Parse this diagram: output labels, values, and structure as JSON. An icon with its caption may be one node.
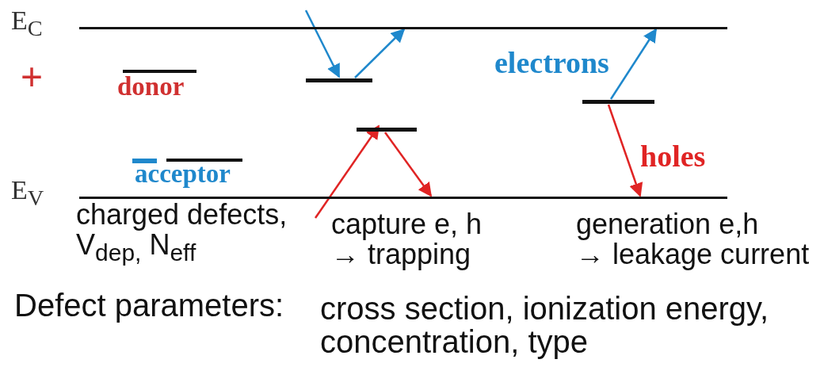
{
  "diagram": {
    "nodes": [
      {
        "text": [
          "E$_{C}$"
        ]
      },
      {
        "text": [
          "E$_{V}$"
        ]
      },
      {
        "text": [
          "donor"
        ]
      },
      {
        "text": [
          "acceptor"
        ]
      },
      {
        "text": [],
        "shape": "bar"
      },
      {
        "text": [],
        "shape": "bar"
      },
      {
        "text": [],
        "shape": "bar"
      }
    ],
    "edges": [
      {
        "from": 0,
        "to": 4,
        "arrow": "to",
        "color": "#1f88cc"
      },
      {
        "from": 4,
        "to": 0,
        "arrow": "to",
        "color": "#1f88cc"
      },
      {
        "from": 1,
        "to": 5,
        "arrow": "to",
        "color": "#e02424"
      },
      {
        "from": 5,
        "to": 1,
        "arrow": "to",
        "color": "#e02424"
      },
      {
        "from": 6,
        "to": 0,
        "arrow": "to",
        "label": "electrons",
        "color": "#1f88cc"
      },
      {
        "from": 6,
        "to": 1,
        "arrow": "to",
        "label": "holes",
        "color": "#e02424"
      }
    ],
    "labels": [
      "+",
      "charged defects, V$_{dep,}$ N$_{eff}$",
      "capture e, h → trapping",
      "generation e,h → leakage current",
      "Defect parameters:",
      "cross section, ionization energy, concentration, type"
    ]
  }
}
